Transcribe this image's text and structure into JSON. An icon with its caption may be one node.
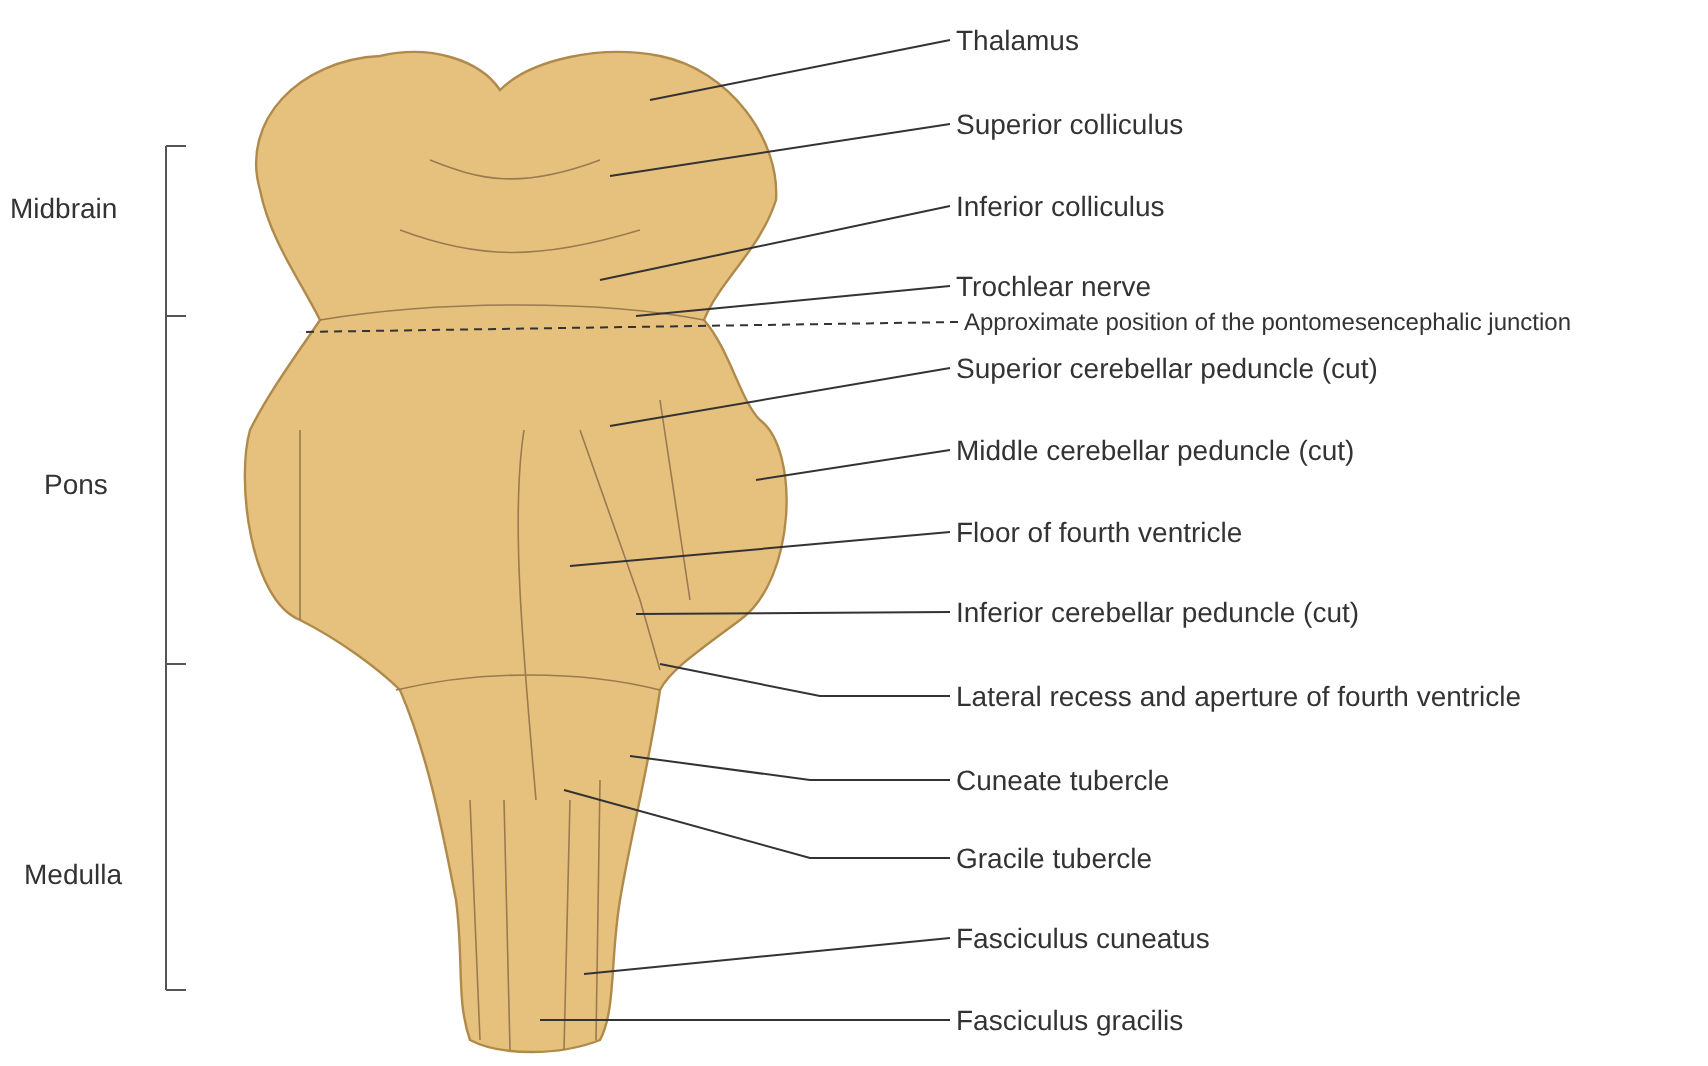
{
  "diagram": {
    "nodes": [
      {
        "text": [
          "Thalamus"
        ]
      },
      {
        "text": [
          "Superior colliculus"
        ]
      },
      {
        "text": [
          "Inferior colliculus"
        ]
      },
      {
        "text": [
          "Trochlear nerve"
        ]
      },
      {
        "text": [
          "Approximate position of the pontomesencephalic junction"
        ]
      },
      {
        "text": [
          "Superior cerebellar peduncle (cut)"
        ]
      },
      {
        "text": [
          "Middle cerebellar peduncle (cut)"
        ]
      },
      {
        "text": [
          "Floor of fourth ventricle"
        ]
      },
      {
        "text": [
          "Inferior cerebellar peduncle (cut)"
        ]
      },
      {
        "text": [
          "Lateral recess and aperture of fourth ventricle"
        ]
      },
      {
        "text": [
          "Cuneate tubercle"
        ]
      },
      {
        "text": [
          "Gracile tubercle"
        ]
      },
      {
        "text": [
          "Fasciculus cuneatus"
        ]
      },
      {
        "text": [
          "Fasciculus gracilis"
        ]
      }
    ],
    "edges": [
      {
        "from": 0,
        "to": null,
        "arrow": "none"
      },
      {
        "from": 1,
        "to": null,
        "arrow": "none"
      },
      {
        "from": 2,
        "to": null,
        "arrow": "none"
      },
      {
        "from": 3,
        "to": null,
        "arrow": "none"
      },
      {
        "from": 4,
        "to": null,
        "arrow": "none",
        "style": "dashed"
      },
      {
        "from": 5,
        "to": null,
        "arrow": "none"
      },
      {
        "from": 6,
        "to": null,
        "arrow": "none"
      },
      {
        "from": 7,
        "to": null,
        "arrow": "none"
      },
      {
        "from": 8,
        "to": null,
        "arrow": "none"
      },
      {
        "from": 9,
        "to": null,
        "arrow": "none"
      },
      {
        "from": 10,
        "to": null,
        "arrow": "none"
      },
      {
        "from": 11,
        "to": null,
        "arrow": "none"
      },
      {
        "from": 12,
        "to": null,
        "arrow": "none"
      },
      {
        "from": 13,
        "to": null,
        "arrow": "none"
      }
    ],
    "labels": [
      "Midbrain",
      "Pons",
      "Medulla"
    ]
  }
}
